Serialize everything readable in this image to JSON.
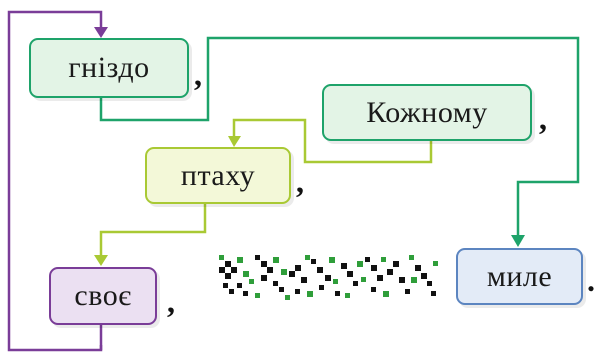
{
  "words": {
    "gnizdo": "гніздо",
    "kozhnomu": "Кожному",
    "ptakhu": "птаху",
    "svoye": "своє",
    "myle": "миле"
  },
  "punctuation": {
    "after_gnizdo": ",",
    "after_kozhnomu": ",",
    "after_ptakhu": ",",
    "after_svoye": ",",
    "after_myle": "."
  },
  "colors": {
    "green_border": "#1ea36a",
    "green_fill": "#e3f4e6",
    "lime_border": "#a9c934",
    "lime_fill": "#f3f8d8",
    "purple_border": "#7a3d98",
    "purple_fill": "#ebe0f2",
    "blue_border": "#5c85c0",
    "blue_fill": "#e3ebf7",
    "ornament_black": "#111111",
    "ornament_green": "#2f9e3a"
  },
  "ornament_icon": "embroidery-ornament-icon"
}
